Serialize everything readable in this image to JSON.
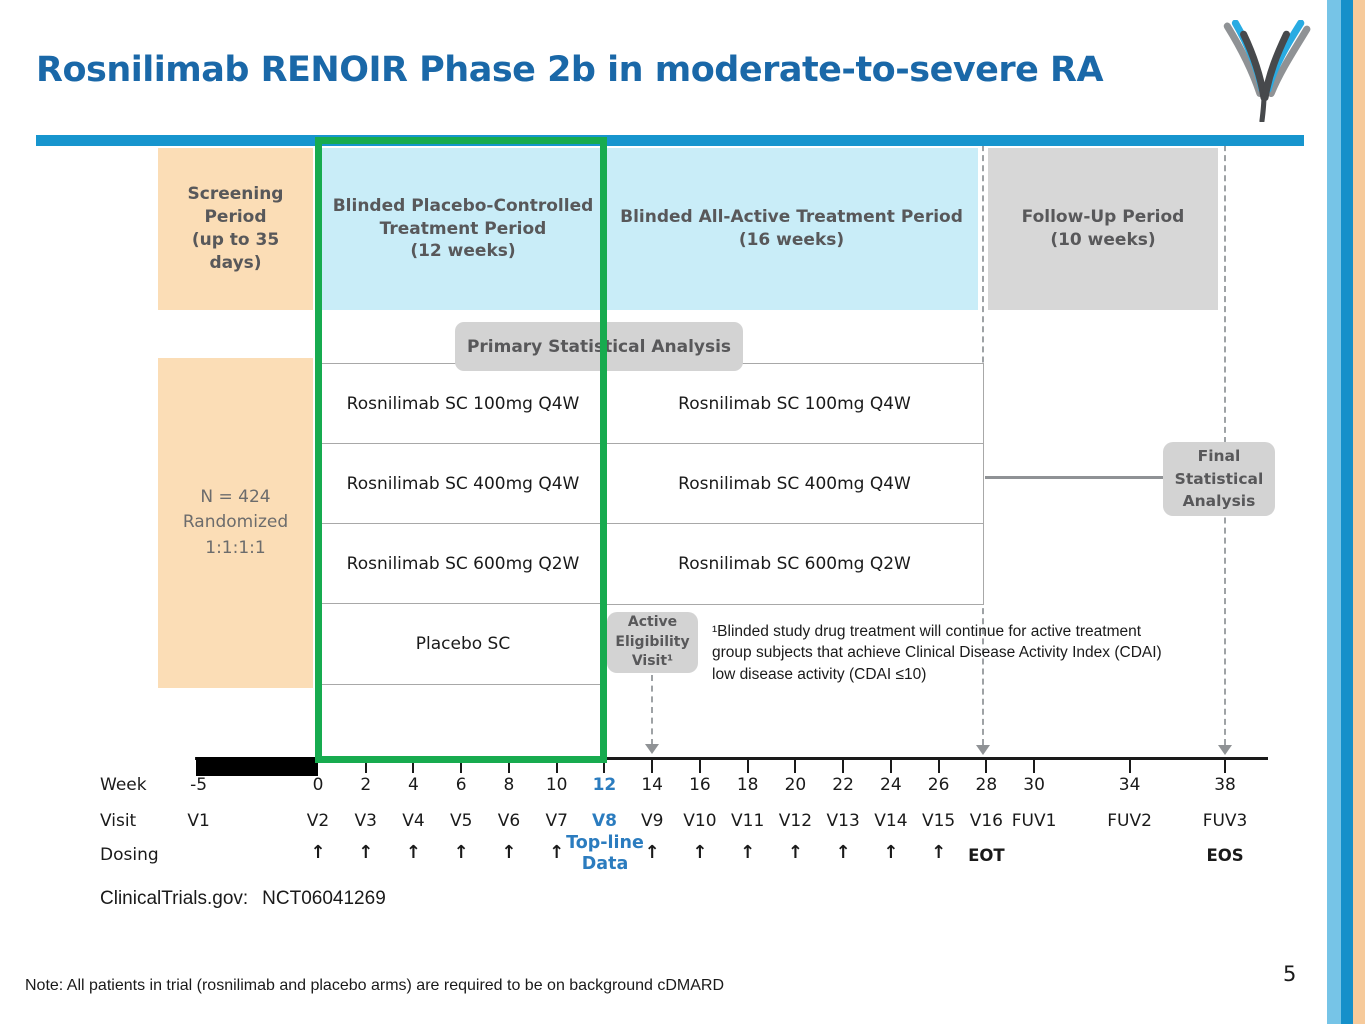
{
  "slide": {
    "title": "Rosnilimab RENOIR Phase 2b in moderate-to-severe RA",
    "page_number": "5",
    "note": "Note: All patients in trial (rosnilimab and placebo arms) are required to be on background cDMARD",
    "registry_label": "ClinicalTrials.gov:",
    "registry_value": "NCT06041269"
  },
  "colors": {
    "title_blue": "#1A68A8",
    "bar_blue": "#1795CE",
    "accent_blue": "#2B7CBF",
    "highlight_green": "#17AB4F",
    "period_peach": "#FBDDB6",
    "period_cyan": "#C9EDF8",
    "period_gray": "#D7D7D7",
    "callout_gray": "#D3D3D3",
    "stripe_light_blue": "#76C4E7",
    "stripe_dark_blue": "#1590CA",
    "stripe_peach": "#F6CA9B",
    "logo_cyan": "#29ABE2",
    "logo_gray": "#8F9295",
    "logo_dark": "#47494C"
  },
  "periods": [
    {
      "id": "screening",
      "label": "Screening\nPeriod\n(up to 35\ndays)"
    },
    {
      "id": "placebo_controlled",
      "label": "Blinded Placebo-Controlled\nTreatment Period\n(12 weeks)",
      "highlighted": true
    },
    {
      "id": "all_active",
      "label": "Blinded All-Active Treatment Period\n(16 weeks)"
    },
    {
      "id": "follow_up",
      "label": "Follow-Up Period\n(10 weeks)"
    }
  ],
  "randomization": {
    "label": "N = 424\nRandomized\n1:1:1:1"
  },
  "callouts": {
    "primary": {
      "label": "Primary Statistical Analysis"
    },
    "final": {
      "label": "Final\nStatistical\nAnalysis"
    },
    "active_eligibility": {
      "label": "Active\nEligibility\nVisit¹"
    }
  },
  "footnote": {
    "text": "¹Blinded study drug treatment will continue for active treatment\ngroup subjects that achieve Clinical Disease Activity Index (CDAI)\nlow disease activity (CDAI ≤10)"
  },
  "arms": [
    {
      "period1": "Rosnilimab SC 100mg Q4W",
      "period2": "Rosnilimab SC 100mg Q4W"
    },
    {
      "period1": "Rosnilimab SC 400mg Q4W",
      "period2": "Rosnilimab SC 400mg Q4W"
    },
    {
      "period1": "Rosnilimab SC 600mg Q2W",
      "period2": "Rosnilimab SC 600mg Q2W"
    },
    {
      "period1": "Placebo SC",
      "period2": null
    }
  ],
  "timeline": {
    "row_labels": {
      "week": "Week",
      "visit": "Visit",
      "dosing": "Dosing"
    },
    "arrow_glyph": "↑",
    "topline": {
      "week": 12,
      "lines": "Top-line\nData"
    },
    "entries": [
      {
        "week": -5,
        "label": "-5",
        "visit": "V1",
        "dose": ""
      },
      {
        "week": 0,
        "label": "0",
        "visit": "V2",
        "dose": "arrow"
      },
      {
        "week": 2,
        "label": "2",
        "visit": "V3",
        "dose": "arrow"
      },
      {
        "week": 4,
        "label": "4",
        "visit": "V4",
        "dose": "arrow"
      },
      {
        "week": 6,
        "label": "6",
        "visit": "V5",
        "dose": "arrow"
      },
      {
        "week": 8,
        "label": "8",
        "visit": "V6",
        "dose": "arrow"
      },
      {
        "week": 10,
        "label": "10",
        "visit": "V7",
        "dose": "arrow"
      },
      {
        "week": 12,
        "label": "12",
        "visit": "V8",
        "dose": "",
        "highlight": true
      },
      {
        "week": 14,
        "label": "14",
        "visit": "V9",
        "dose": "arrow"
      },
      {
        "week": 16,
        "label": "16",
        "visit": "V10",
        "dose": "arrow"
      },
      {
        "week": 18,
        "label": "18",
        "visit": "V11",
        "dose": "arrow"
      },
      {
        "week": 20,
        "label": "20",
        "visit": "V12",
        "dose": "arrow"
      },
      {
        "week": 22,
        "label": "22",
        "visit": "V13",
        "dose": "arrow"
      },
      {
        "week": 24,
        "label": "24",
        "visit": "V14",
        "dose": "arrow"
      },
      {
        "week": 26,
        "label": "26",
        "visit": "V15",
        "dose": "arrow"
      },
      {
        "week": 28,
        "label": "28",
        "visit": "V16",
        "dose": "EOT"
      },
      {
        "week": 30,
        "label": "30",
        "visit": "FUV1",
        "dose": ""
      },
      {
        "week": 34,
        "label": "34",
        "visit": "FUV2",
        "dose": ""
      },
      {
        "week": 38,
        "label": "38",
        "visit": "FUV3",
        "dose": "EOS"
      }
    ]
  }
}
